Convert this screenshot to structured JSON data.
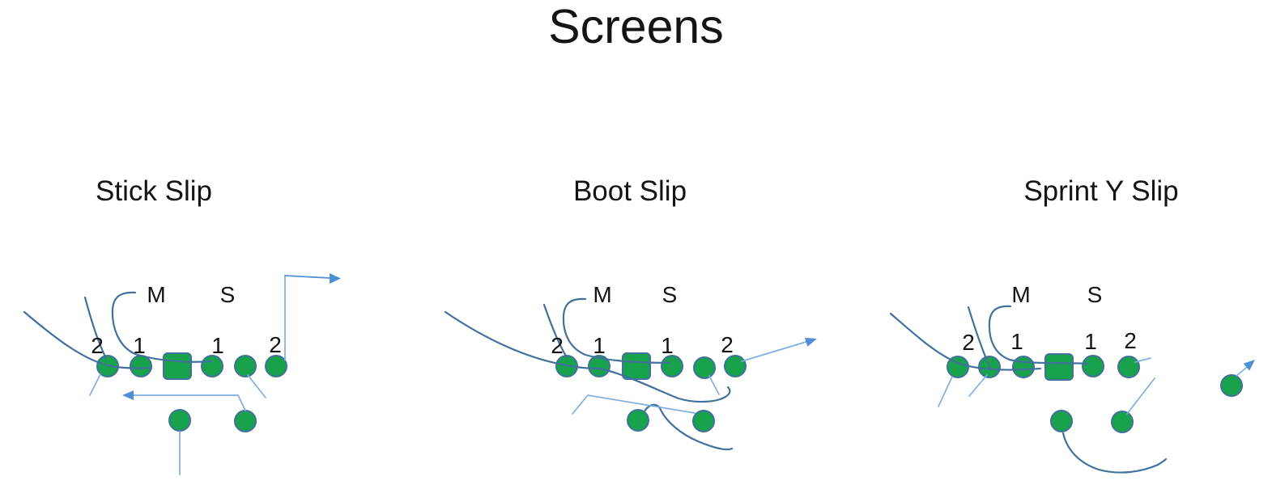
{
  "slide": {
    "title": "Screens"
  },
  "colors": {
    "background": "#ffffff",
    "player_fill": "#17a24b",
    "player_stroke": "#41719c",
    "route_dark": "#41719c",
    "route_light": "#7fafe0",
    "arrow_accent": "#4e8fd6",
    "label_text": "#141414"
  },
  "diagrams": [
    {
      "name": "Stick Slip",
      "mike_label": "M",
      "sam_label": "S",
      "count_labels": [
        "2",
        "1",
        "1",
        "2"
      ]
    },
    {
      "name": "Boot Slip",
      "mike_label": "M",
      "sam_label": "S",
      "count_labels": [
        "2",
        "1",
        "1",
        "2"
      ]
    },
    {
      "name": "Sprint Y Slip",
      "mike_label": "M",
      "sam_label": "S",
      "count_labels": [
        "2",
        "1",
        "1",
        "2"
      ]
    }
  ]
}
